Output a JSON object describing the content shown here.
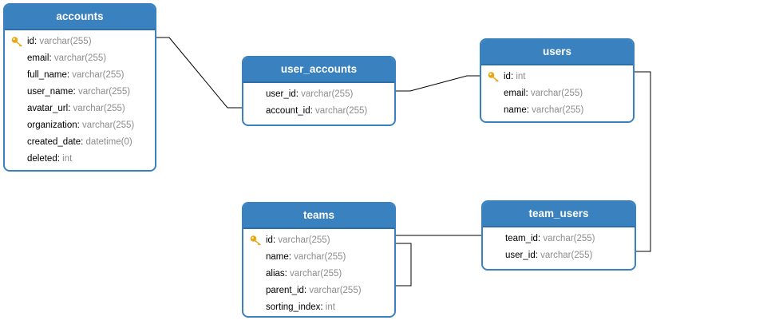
{
  "colors": {
    "header_bg": "#3a81c0",
    "border": "#3a81c0",
    "type_text": "#8c8c8c",
    "key_icon": "#e8a617",
    "connector": "#000000"
  },
  "tables": {
    "accounts": {
      "title": "accounts",
      "fields": [
        {
          "name": "id",
          "type": "varchar(255)",
          "primary_key": true
        },
        {
          "name": "email",
          "type": "varchar(255)"
        },
        {
          "name": "full_name",
          "type": "varchar(255)"
        },
        {
          "name": "user_name",
          "type": "varchar(255)"
        },
        {
          "name": "avatar_url",
          "type": "varchar(255)"
        },
        {
          "name": "organization",
          "type": "varchar(255)"
        },
        {
          "name": "created_date",
          "type": "datetime(0)"
        },
        {
          "name": "deleted",
          "type": "int"
        }
      ]
    },
    "user_accounts": {
      "title": "user_accounts",
      "fields": [
        {
          "name": "user_id",
          "type": "varchar(255)"
        },
        {
          "name": "account_id",
          "type": "varchar(255)"
        }
      ]
    },
    "users": {
      "title": "users",
      "fields": [
        {
          "name": "id",
          "type": "int",
          "primary_key": true
        },
        {
          "name": "email",
          "type": "varchar(255)"
        },
        {
          "name": "name",
          "type": "varchar(255)"
        }
      ]
    },
    "teams": {
      "title": "teams",
      "fields": [
        {
          "name": "id",
          "type": "varchar(255)",
          "primary_key": true
        },
        {
          "name": "name",
          "type": "varchar(255)"
        },
        {
          "name": "alias",
          "type": "varchar(255)"
        },
        {
          "name": "parent_id",
          "type": "varchar(255)"
        },
        {
          "name": "sorting_index",
          "type": "int"
        }
      ]
    },
    "team_users": {
      "title": "team_users",
      "fields": [
        {
          "name": "team_id",
          "type": "varchar(255)"
        },
        {
          "name": "user_id",
          "type": "varchar(255)"
        }
      ]
    }
  }
}
